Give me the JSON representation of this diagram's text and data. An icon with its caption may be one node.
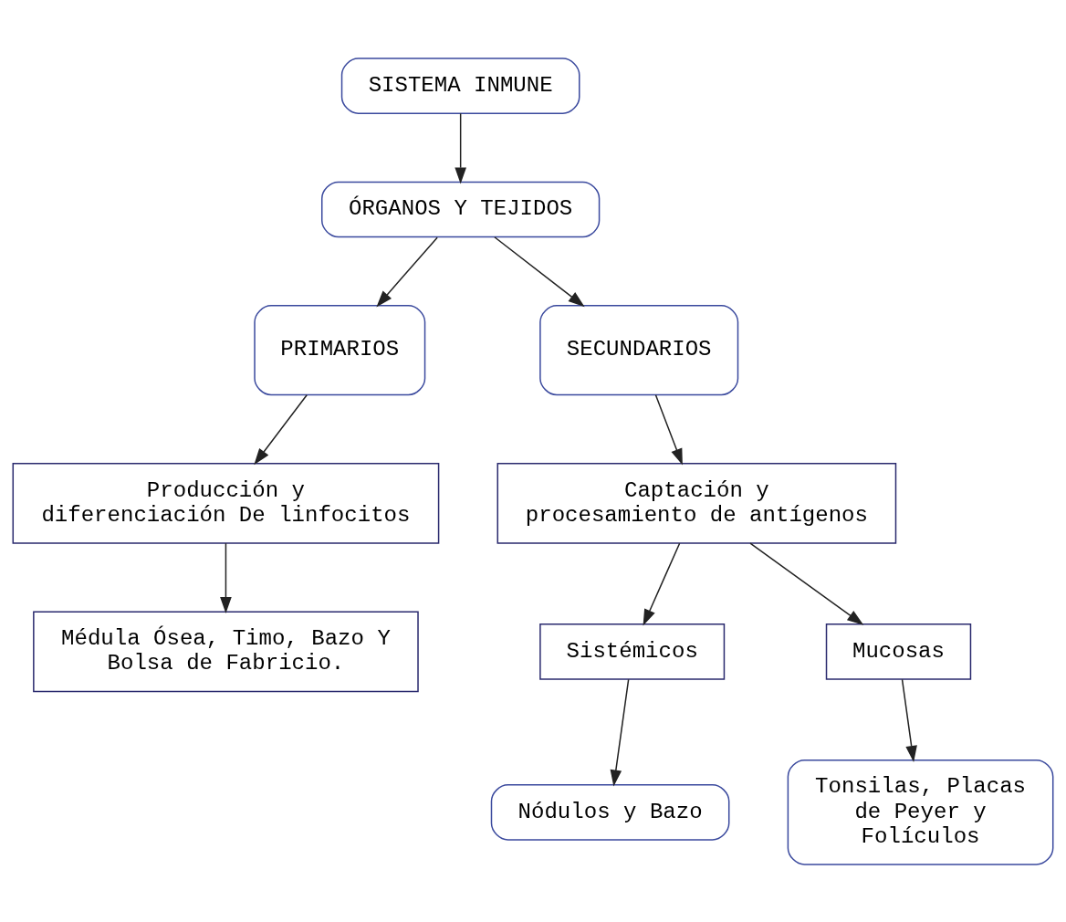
{
  "diagram": {
    "nodes": [
      {
        "text": [
          "SISTEMA INMUNE"
        ]
      },
      {
        "text": [
          "ÓRGANOS Y TEJIDOS"
        ]
      },
      {
        "text": [
          "PRIMARIOS"
        ]
      },
      {
        "text": [
          "SECUNDARIOS"
        ]
      },
      {
        "text": [
          "Producción y diferenciación De linfocitos"
        ]
      },
      {
        "text": [
          "Captación y procesamiento de antígenos"
        ]
      },
      {
        "text": [
          "Médula Ósea, Timo, Bazo Y Bolsa de Fabricio."
        ]
      },
      {
        "text": [
          "Sistémicos"
        ]
      },
      {
        "text": [
          "Mucosas"
        ]
      },
      {
        "text": [
          "Nódulos y Bazo"
        ]
      },
      {
        "text": [
          "Tonsilas, Placas de Peyer y Folículos"
        ]
      }
    ],
    "edges": [
      {
        "from": 0,
        "to": 1,
        "arrow": "to"
      },
      {
        "from": 1,
        "to": 2,
        "arrow": "to"
      },
      {
        "from": 1,
        "to": 3,
        "arrow": "to"
      },
      {
        "from": 2,
        "to": 4,
        "arrow": "to"
      },
      {
        "from": 3,
        "to": 5,
        "arrow": "to"
      },
      {
        "from": 4,
        "to": 6,
        "arrow": "to"
      },
      {
        "from": 5,
        "to": 7,
        "arrow": "to"
      },
      {
        "from": 5,
        "to": 8,
        "arrow": "to"
      },
      {
        "from": 7,
        "to": 9,
        "arrow": "to"
      },
      {
        "from": 8,
        "to": 10,
        "arrow": "to"
      }
    ]
  }
}
